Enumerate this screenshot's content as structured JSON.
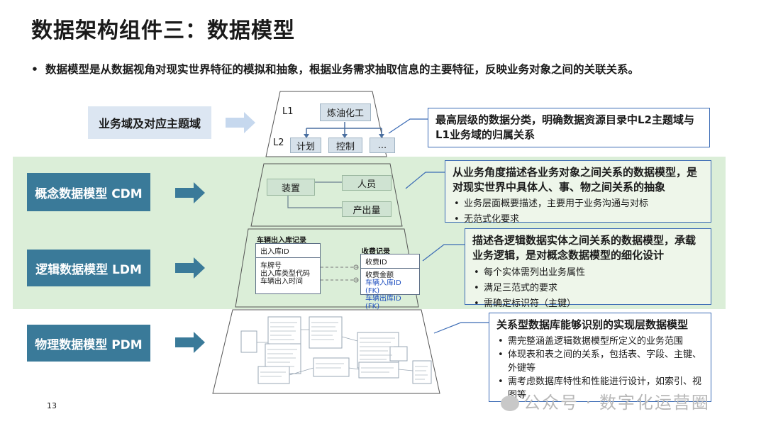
{
  "title": "数据架构组件三：数据模型",
  "subtitle": {
    "bullet": "•",
    "text": "数据模型是从数据视角对现实世界特征的模拟和抽象，根据业务需求抽取信息的主要特征，反映业务对象之间的关联关系。"
  },
  "layers": {
    "business_domain": {
      "label": "业务域及对应主题域"
    },
    "cdm": {
      "label": "概念数据模型 CDM"
    },
    "ldm": {
      "label": "逻辑数据模型 LDM"
    },
    "pdm": {
      "label": "物理数据模型 PDM"
    }
  },
  "pyramid": {
    "l1_label": "L1",
    "l2_label": "L2",
    "l1_node": "炼油化工",
    "l2_nodes": [
      "计划",
      "控制",
      "..."
    ],
    "cdm_nodes": {
      "device": "装置",
      "person": "人员",
      "output": "产出量"
    },
    "ldm_tables": {
      "t1": {
        "title": "车辆出入库记录",
        "pk": "出入库ID",
        "fields": [
          "车牌号",
          "出入库类型代码",
          "车辆出入时间"
        ]
      },
      "t2": {
        "title": "收费记录",
        "pk": "收费ID",
        "fields": [
          "收费金额",
          "车辆入库ID (FK)",
          "车辆出库ID (FK)"
        ]
      }
    }
  },
  "descriptions": {
    "d1": {
      "head": "最高层级的数据分类，明确数据资源目录中L2主题域与L1业务域的归属关系"
    },
    "d2": {
      "head": "从业务角度描述各业务对象之间关系的数据模型，是对现实世界中具体人、事、物之间关系的抽象",
      "items": [
        "业务层面概要描述，主要用于业务沟通与对标",
        "无范式化要求"
      ]
    },
    "d3": {
      "head": "描述各逻辑数据实体之间关系的数据模型，承载业务逻辑，是对概念数据模型的细化设计",
      "items": [
        "每个实体需列出业务属性",
        "满足三范式的要求",
        "需确定标识符（主键）"
      ]
    },
    "d4": {
      "head": "关系型数据库能够识别的实现层数据模型",
      "items": [
        "需完整涵盖逻辑数据模型所定义的业务范围",
        "体现表和表之间的关系，包括表、字段、主键、外键等",
        "需考虑数据库特性和性能进行设计，如索引、视图等"
      ]
    }
  },
  "page_number": "13",
  "watermark": "公众号 · 数字化运营圈",
  "colors": {
    "band": "#dbeed8",
    "layer_dark": "#3a7a99",
    "layer_light": "#dce6f2",
    "arrow_dark": "#3a7a99",
    "arrow_light": "#c6d8ee",
    "desc_border": "#3b6bb5"
  }
}
